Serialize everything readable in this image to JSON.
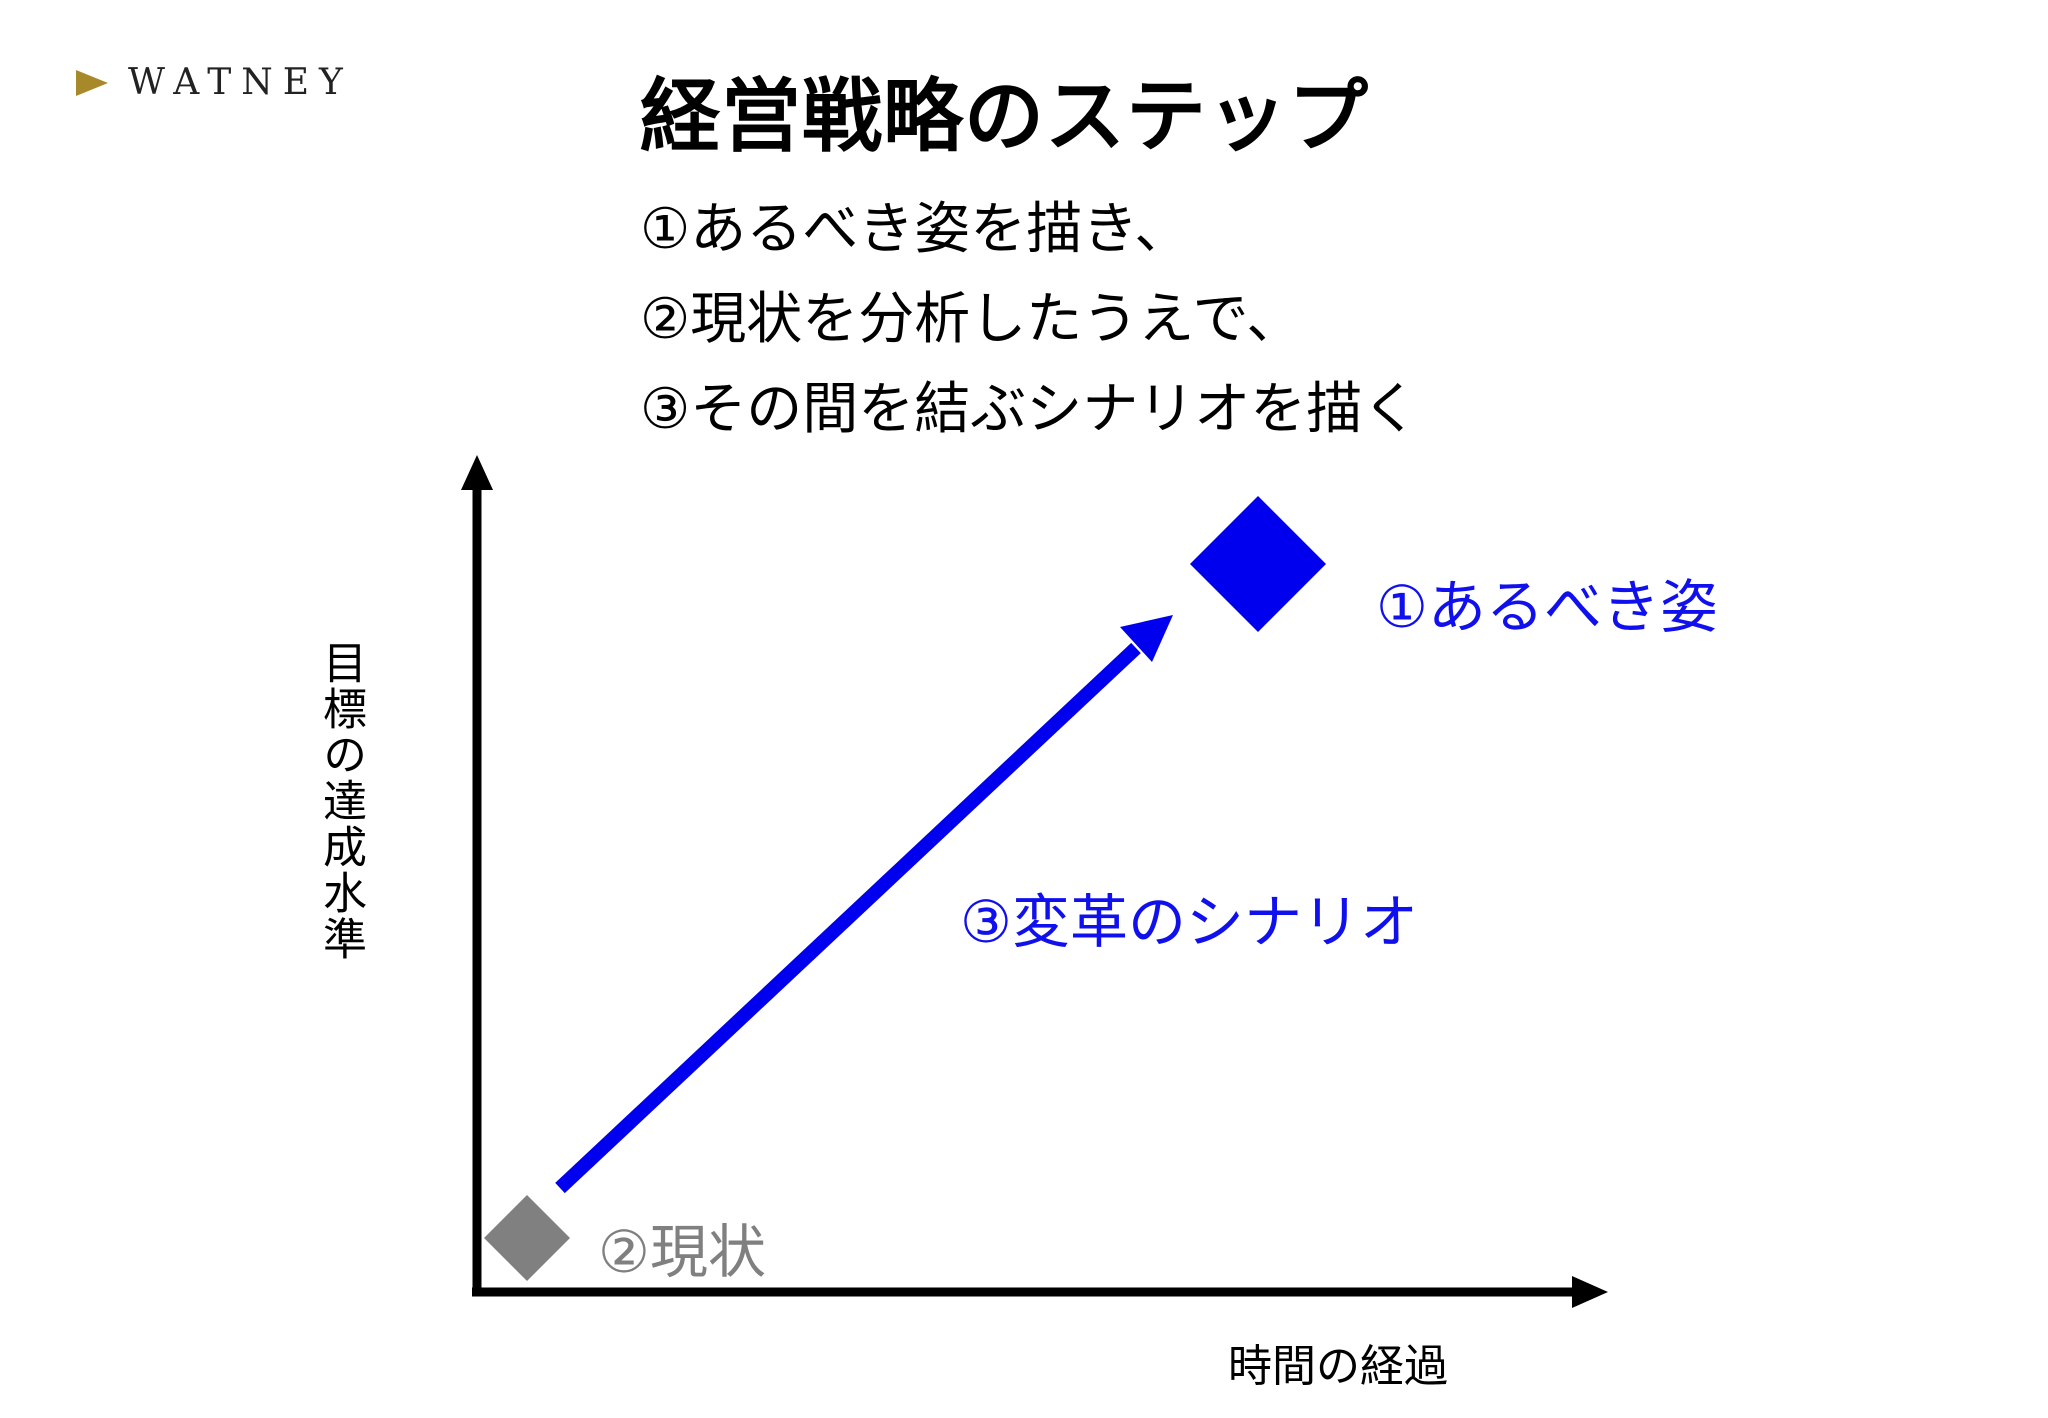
{
  "logo": {
    "text": "WATNEY"
  },
  "title": "経営戦略のステップ",
  "steps": [
    "①あるべき姿を描き、",
    "②現状を分析したうえで、",
    "③その間を結ぶシナリオを描く"
  ],
  "diagram": {
    "ideal_label": "①あるべき姿",
    "scenario_label": "③変革のシナリオ",
    "current_label": "②現状",
    "x_axis_label": "時間の経過",
    "y_axis_label": "目標の達成水準",
    "colors": {
      "ideal": "#0000ee",
      "scenario": "#0000ee",
      "current": "#808080",
      "axes": "#000000",
      "logo_mark": "#a8892a"
    }
  }
}
